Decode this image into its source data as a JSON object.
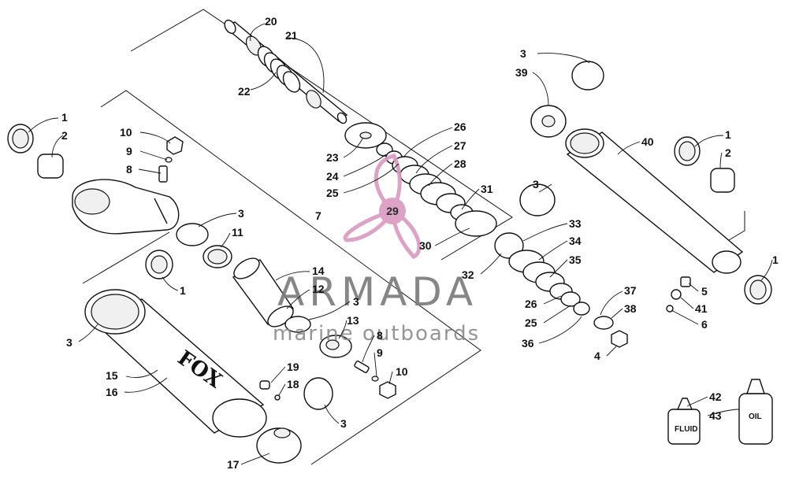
{
  "watermark": {
    "title": "ARMADA",
    "subtitle": "marine outboards",
    "logo_number": "29",
    "logo_color": "#d99ac2"
  },
  "brand_text": "FOX",
  "bottles": [
    {
      "label": "FLUID"
    },
    {
      "label": "OIL"
    }
  ],
  "callouts": [
    {
      "id": "c20",
      "text": "20"
    },
    {
      "id": "c21",
      "text": "21"
    },
    {
      "id": "c22",
      "text": "22"
    },
    {
      "id": "c1a",
      "text": "1"
    },
    {
      "id": "c2a",
      "text": "2"
    },
    {
      "id": "c10a",
      "text": "10"
    },
    {
      "id": "c9a",
      "text": "9"
    },
    {
      "id": "c8a",
      "text": "8"
    },
    {
      "id": "c3a",
      "text": "3"
    },
    {
      "id": "c11",
      "text": "11"
    },
    {
      "id": "c7",
      "text": "7"
    },
    {
      "id": "c1b",
      "text": "1"
    },
    {
      "id": "c14",
      "text": "14"
    },
    {
      "id": "c12",
      "text": "12"
    },
    {
      "id": "c3b",
      "text": "3"
    },
    {
      "id": "c13",
      "text": "13"
    },
    {
      "id": "c8b",
      "text": "8"
    },
    {
      "id": "c9b",
      "text": "9"
    },
    {
      "id": "c10b",
      "text": "10"
    },
    {
      "id": "c19",
      "text": "19"
    },
    {
      "id": "c18",
      "text": "18"
    },
    {
      "id": "c3c",
      "text": "3"
    },
    {
      "id": "c17",
      "text": "17"
    },
    {
      "id": "c3d",
      "text": "3"
    },
    {
      "id": "c15",
      "text": "15"
    },
    {
      "id": "c16",
      "text": "16"
    },
    {
      "id": "c23",
      "text": "23"
    },
    {
      "id": "c24",
      "text": "24"
    },
    {
      "id": "c25a",
      "text": "25"
    },
    {
      "id": "c26a",
      "text": "26"
    },
    {
      "id": "c27",
      "text": "27"
    },
    {
      "id": "c28",
      "text": "28"
    },
    {
      "id": "c31",
      "text": "31"
    },
    {
      "id": "c30",
      "text": "30"
    },
    {
      "id": "c3e",
      "text": "3"
    },
    {
      "id": "c33",
      "text": "33"
    },
    {
      "id": "c34",
      "text": "34"
    },
    {
      "id": "c35",
      "text": "35"
    },
    {
      "id": "c32",
      "text": "32"
    },
    {
      "id": "c26b",
      "text": "26"
    },
    {
      "id": "c25b",
      "text": "25"
    },
    {
      "id": "c36",
      "text": "36"
    },
    {
      "id": "c37",
      "text": "37"
    },
    {
      "id": "c38",
      "text": "38"
    },
    {
      "id": "c4",
      "text": "4"
    },
    {
      "id": "c3f",
      "text": "3"
    },
    {
      "id": "c39",
      "text": "39"
    },
    {
      "id": "c40",
      "text": "40"
    },
    {
      "id": "c1c",
      "text": "1"
    },
    {
      "id": "c2b",
      "text": "2"
    },
    {
      "id": "c1d",
      "text": "1"
    },
    {
      "id": "c5",
      "text": "5"
    },
    {
      "id": "c41",
      "text": "41"
    },
    {
      "id": "c6",
      "text": "6"
    },
    {
      "id": "c42",
      "text": "42"
    },
    {
      "id": "c43",
      "text": "43"
    }
  ]
}
